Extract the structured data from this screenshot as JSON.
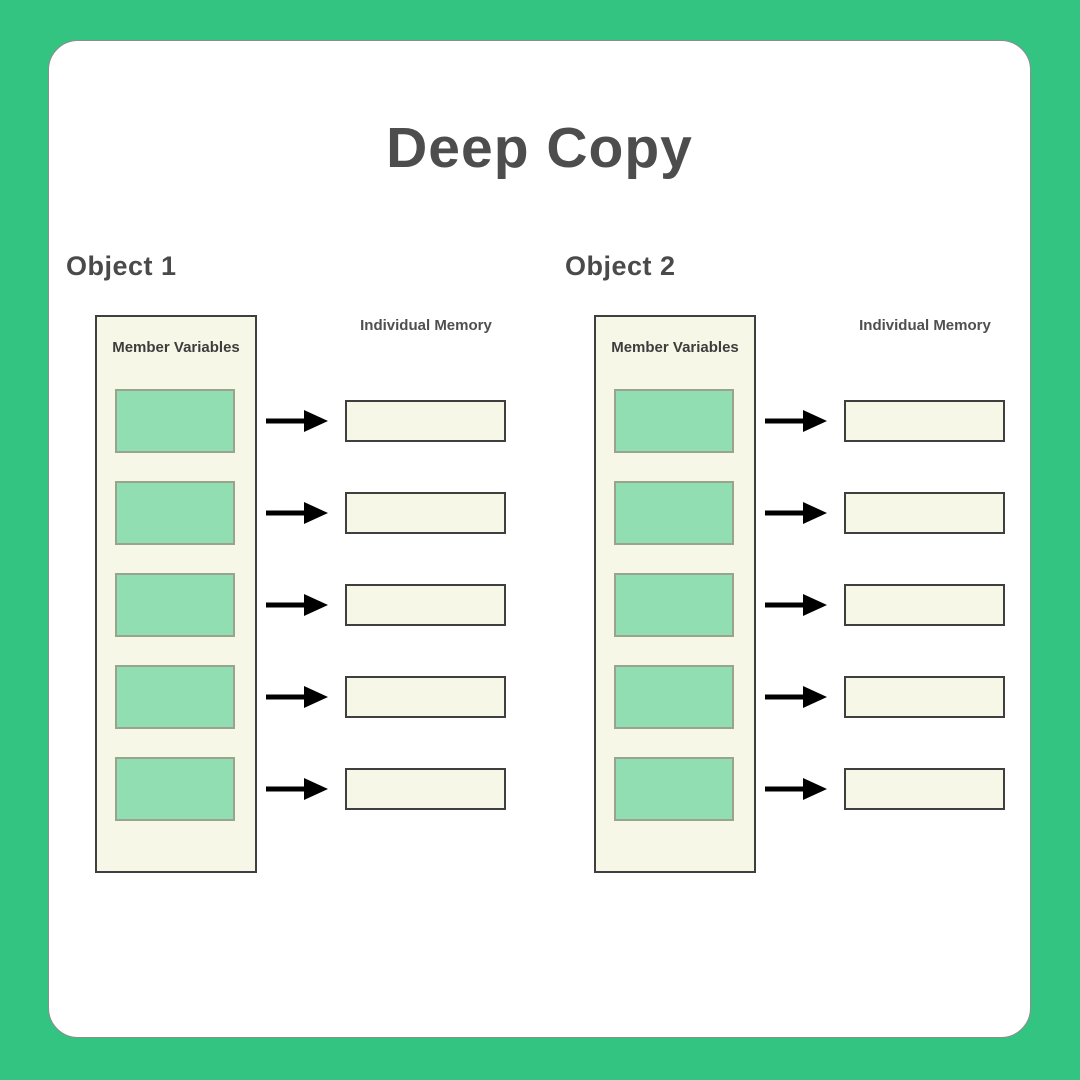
{
  "title": "Deep Copy",
  "objects": [
    {
      "label": "Object 1",
      "variables_panel_title": "Member Variables",
      "memory_title": "Individual Memory",
      "variable_count": 5
    },
    {
      "label": "Object 2",
      "variables_panel_title": "Member Variables",
      "memory_title": "Individual Memory",
      "variable_count": 5
    }
  ],
  "colors": {
    "background": "#33c481",
    "card": "#ffffff",
    "panel_fill": "#f7f7e8",
    "variable_fill": "#90deb2",
    "variable_border": "#9aa38e",
    "outline": "#3f3f3f",
    "text": "#4d4d4d",
    "arrow": "#000000"
  }
}
